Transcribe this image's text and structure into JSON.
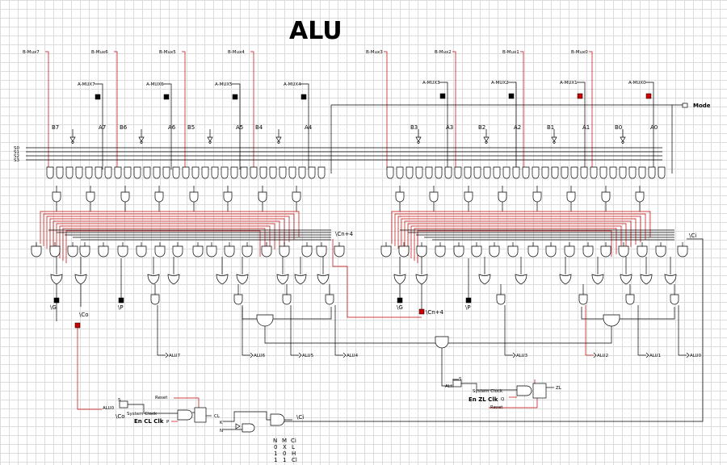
{
  "title": "ALU",
  "b_mux_upper": [
    "B-Mux7",
    "B-Mux6",
    "B-Mux5",
    "B-Mux4"
  ],
  "b_mux_lower": [
    "B-Mux3",
    "B-Mux2",
    "B-Mux1",
    "B-Mux0"
  ],
  "a_mux_upper": [
    "A-MUX7",
    "A-MUX6",
    "A-MUX5",
    "A-MUX4"
  ],
  "a_mux_lower": [
    "A-MUX3",
    "A-MUX2",
    "A-MUX1",
    "A-MUX0"
  ],
  "mode_label": "Mode",
  "bit_labels_upper": [
    "B7",
    "A7",
    "B6",
    "A6",
    "B5",
    "A5",
    "B4",
    "A4"
  ],
  "bit_labels_lower": [
    "B3",
    "A3",
    "B2",
    "A2",
    "B1",
    "A1",
    "B0",
    "A0"
  ],
  "select_labels": [
    "S0",
    "S1",
    "S2",
    "S3"
  ],
  "carry_labels": {
    "cn4_upper": "\\Cn+4",
    "ci_right": "\\Ci",
    "cn4_lower": "\\Cn+4",
    "co": "\\Co",
    "ci_bottom": "\\Ci"
  },
  "gp_labels": {
    "g_upper": "\\G",
    "p_upper": "\\P",
    "g_lower": "\\G",
    "p_lower": "\\P"
  },
  "alu_outputs": [
    "ALU7",
    "ALU6",
    "ALU5",
    "ALU4",
    "ALU3",
    "ALU2",
    "ALU1",
    "ALU0"
  ],
  "zero_flag": {
    "s_label": "S",
    "alu_label": "ALU",
    "clock_label": "System Clock",
    "en_label": "En ZL Clk",
    "q_label": "Q",
    "reset_label": "Reset",
    "out_label": "ZL"
  },
  "carry_flag": {
    "s_label": "S",
    "alu_label": "ALU0",
    "co_label": "\\Co",
    "clock_label": "System Clock",
    "en_label": "En CL Clk",
    "p_label": "P",
    "reset_label": "Reset",
    "out_label": "CL",
    "k_label": "K",
    "n_label": "N"
  },
  "truth_table": {
    "headers": [
      "N",
      "M",
      "Ci"
    ],
    "rows": [
      [
        "0",
        "X",
        "L"
      ],
      [
        "1",
        "0",
        "H"
      ],
      [
        "1",
        "1",
        "Cl"
      ]
    ]
  }
}
